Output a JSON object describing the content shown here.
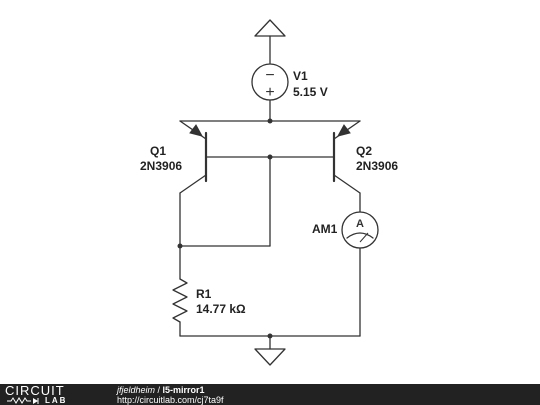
{
  "components": {
    "v1": {
      "name": "V1",
      "value": "5.15 V",
      "minus_sign": "−",
      "plus_sign": "+"
    },
    "q1": {
      "name": "Q1",
      "model": "2N3906"
    },
    "q2": {
      "name": "Q2",
      "model": "2N3906"
    },
    "r1": {
      "name": "R1",
      "value": "14.77 kΩ"
    },
    "am1": {
      "name": "AM1",
      "symbol": "A"
    }
  },
  "footer": {
    "logo_top": "CIRCUIT",
    "logo_bottom": "LAB",
    "author": "jfjeldheim",
    "separator": " / ",
    "project": "l5-mirror1",
    "url": "http://circuitlab.com/cj7ta9f"
  },
  "colors": {
    "wire": "#333333",
    "footer_bg": "#222222",
    "text": "#222222"
  }
}
